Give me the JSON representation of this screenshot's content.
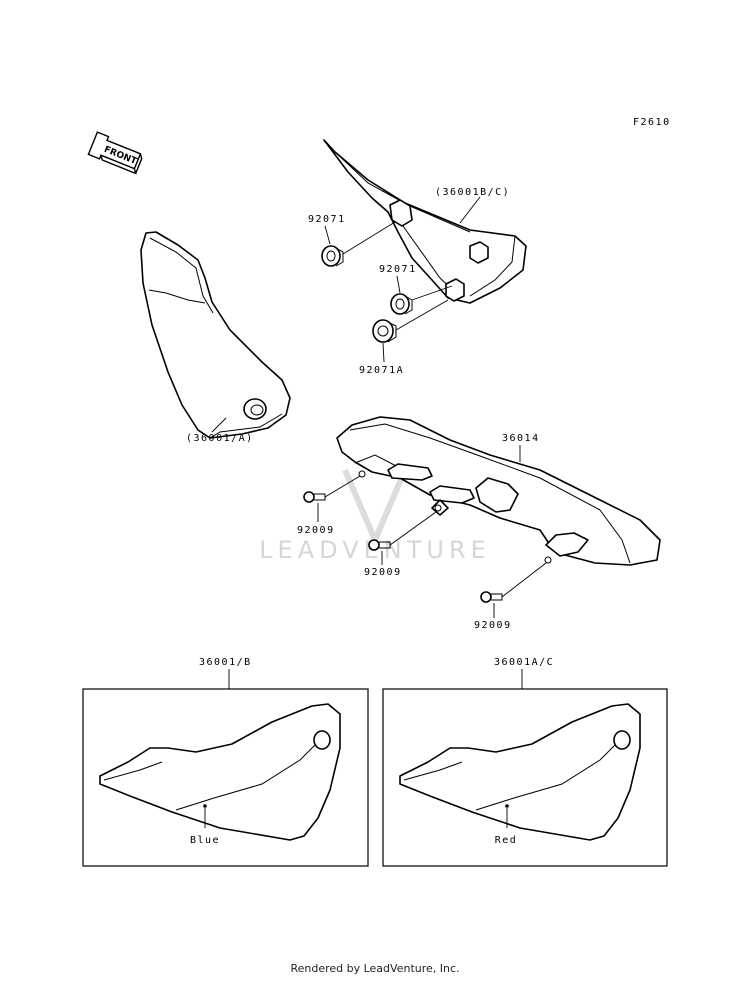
{
  "figure_code": "F2610",
  "front_label": "FRONT",
  "watermark": "LEADVENTURE",
  "footer_text": "Rendered by LeadVenture, Inc.",
  "callouts": [
    {
      "id": "36001BC",
      "text": "(36001B/C)"
    },
    {
      "id": "92071-top",
      "text": "92071"
    },
    {
      "id": "92071-mid",
      "text": "92071"
    },
    {
      "id": "92071A",
      "text": "92071A"
    },
    {
      "id": "36001A",
      "text": "(36001/A)"
    },
    {
      "id": "36014",
      "text": "36014"
    },
    {
      "id": "92009-left",
      "text": "92009"
    },
    {
      "id": "92009-mid",
      "text": "92009"
    },
    {
      "id": "92009-right",
      "text": "92009"
    },
    {
      "id": "36001B",
      "text": "36001/B"
    },
    {
      "id": "36001AC",
      "text": "36001A/C"
    }
  ],
  "color_variants": [
    {
      "id": "left",
      "color_label": "Blue"
    },
    {
      "id": "right",
      "color_label": "Red"
    }
  ]
}
